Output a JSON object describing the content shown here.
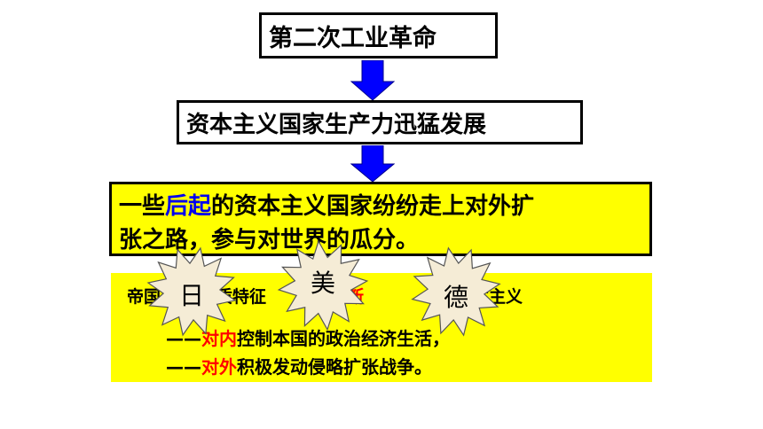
{
  "flow": {
    "box1": "第二次工业革命",
    "box2": "资本主义国家生产力迅猛发展",
    "box3": {
      "pre": "一些",
      "highlight": "后起",
      "post": "的资本主义国家纷纷走上对外扩",
      "line2": "张之路，参与对世界的瓜分。"
    }
  },
  "note": {
    "line1_a": "帝国",
    "line1_b": "质特征",
    "line1_red": "垄断",
    "line1_c": "的资本主义",
    "line2_dash": "——",
    "line2_red": "对内",
    "line2_text": "控制本国的政治经济生活，",
    "line3_dash": "——",
    "line3_red": "对外",
    "line3_text": "积极发动侵略扩张战争。"
  },
  "bursts": [
    "日",
    "美",
    "德"
  ],
  "colors": {
    "yellow": "#ffff00",
    "arrow_blue": "#0000ff",
    "highlight_blue": "#0000ee",
    "red": "#ff0000",
    "burst_fill": "#f5ecd6"
  }
}
